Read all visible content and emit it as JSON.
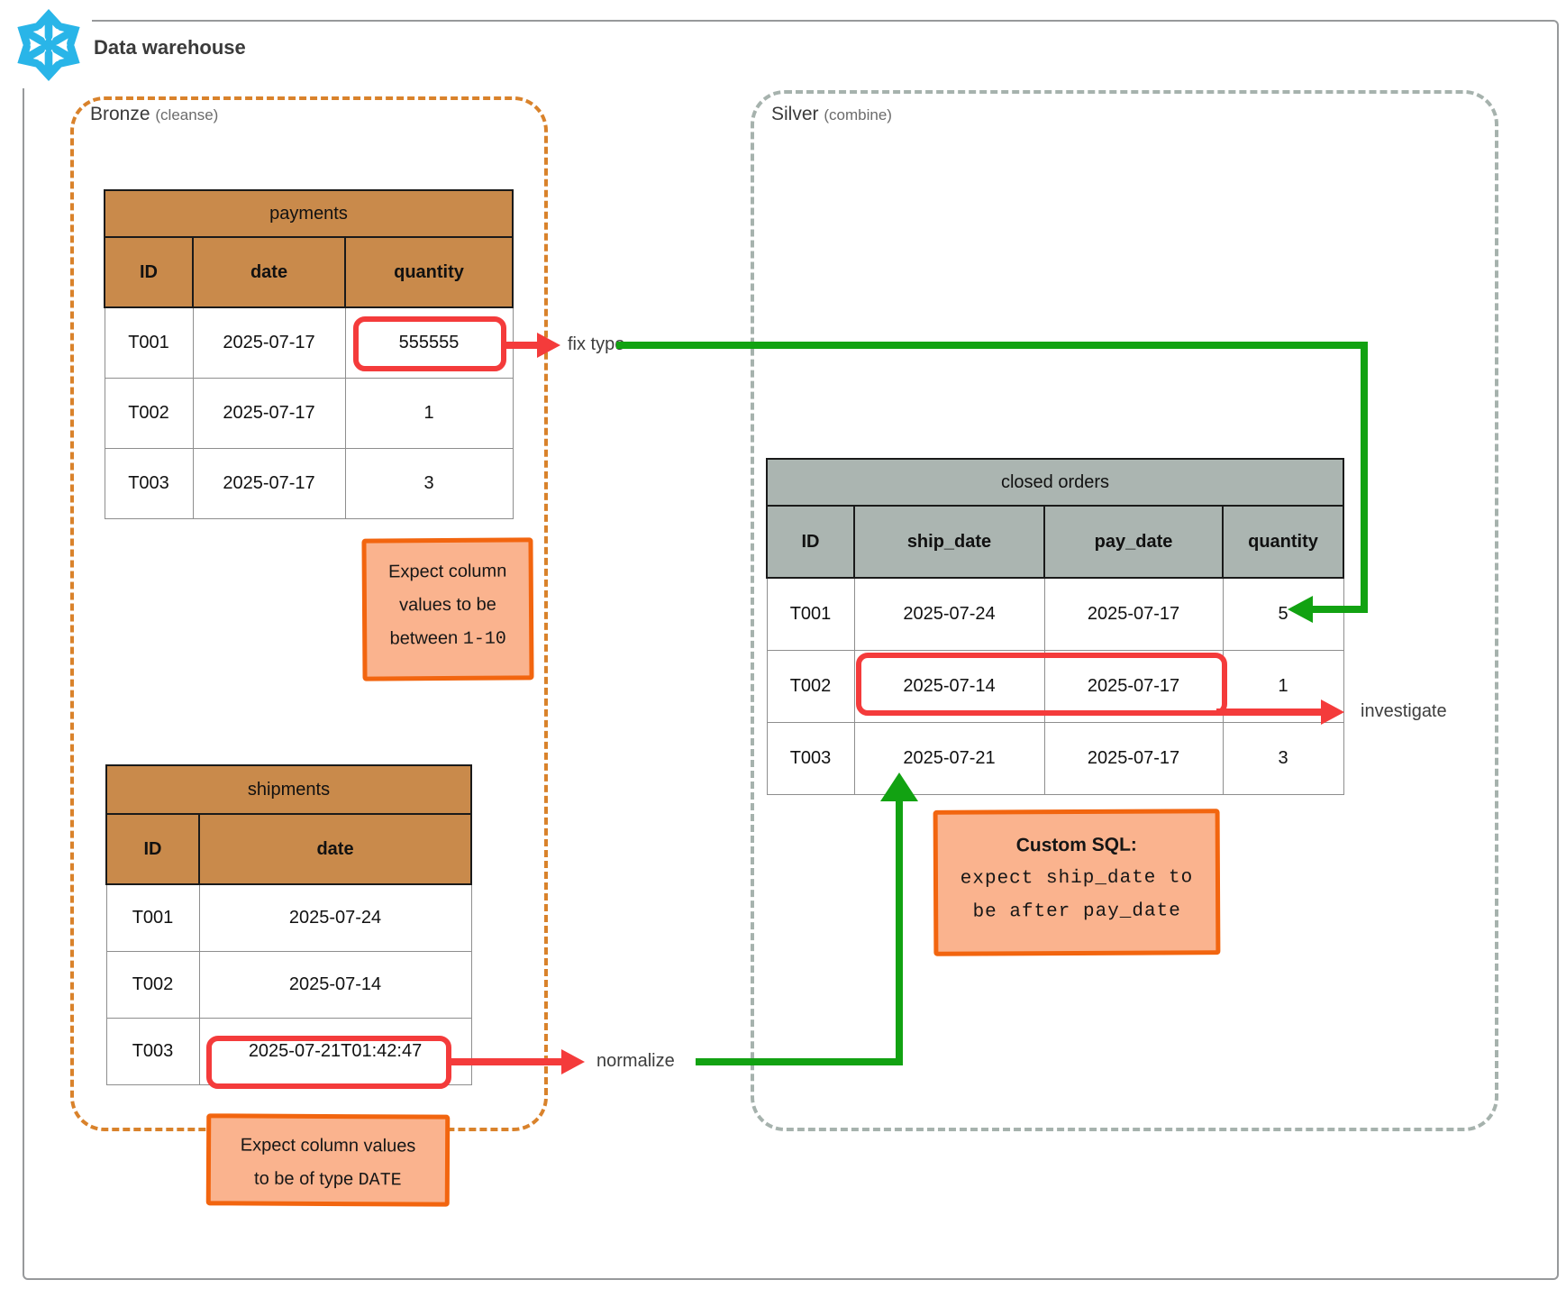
{
  "header": {
    "title": "Data warehouse",
    "logo": "snowflake-icon"
  },
  "zones": {
    "bronze": {
      "name": "Bronze",
      "subtitle": "(cleanse)"
    },
    "silver": {
      "name": "Silver",
      "subtitle": "(combine)"
    }
  },
  "payments_table": {
    "title": "payments",
    "columns": [
      "ID",
      "date",
      "quantity"
    ],
    "rows": [
      [
        "T001",
        "2025-07-17",
        "555555"
      ],
      [
        "T002",
        "2025-07-17",
        "1"
      ],
      [
        "T003",
        "2025-07-17",
        "3"
      ]
    ]
  },
  "shipments_table": {
    "title": "shipments",
    "columns": [
      "ID",
      "date"
    ],
    "rows": [
      [
        "T001",
        "2025-07-24"
      ],
      [
        "T002",
        "2025-07-14"
      ],
      [
        "T003",
        "2025-07-21T01:42:47"
      ]
    ]
  },
  "closed_orders_table": {
    "title": "closed orders",
    "columns": [
      "ID",
      "ship_date",
      "pay_date",
      "quantity"
    ],
    "rows": [
      [
        "T001",
        "2025-07-24",
        "2025-07-17",
        "5"
      ],
      [
        "T002",
        "2025-07-14",
        "2025-07-17",
        "1"
      ],
      [
        "T003",
        "2025-07-21",
        "2025-07-17",
        "3"
      ]
    ]
  },
  "notes": {
    "quantity_range": {
      "line1": "Expect column",
      "line2": "values to be",
      "line3_prefix": "between ",
      "line3_code": "1-10"
    },
    "date_type": {
      "line1": "Expect column values",
      "line2_prefix": "to be of type ",
      "line2_code": "DATE"
    },
    "custom_sql": {
      "title": "Custom SQL:",
      "code_line1": "expect ship_date to",
      "code_line2": "be after pay_date"
    }
  },
  "annotations": {
    "fix_typo": "fix typo",
    "investigate": "investigate",
    "normalize": "normalize"
  },
  "colors": {
    "bronze_header": "#C98A4B",
    "silver_header": "#ABB5B1",
    "note_fill": "#FAB38E",
    "note_border": "#F2650F",
    "highlight_red": "#F43B3B",
    "arrow_green": "#12A212",
    "logo_blue": "#29B5E8",
    "bronze_border": "#D9822B",
    "silver_border": "#A6B2AD"
  }
}
